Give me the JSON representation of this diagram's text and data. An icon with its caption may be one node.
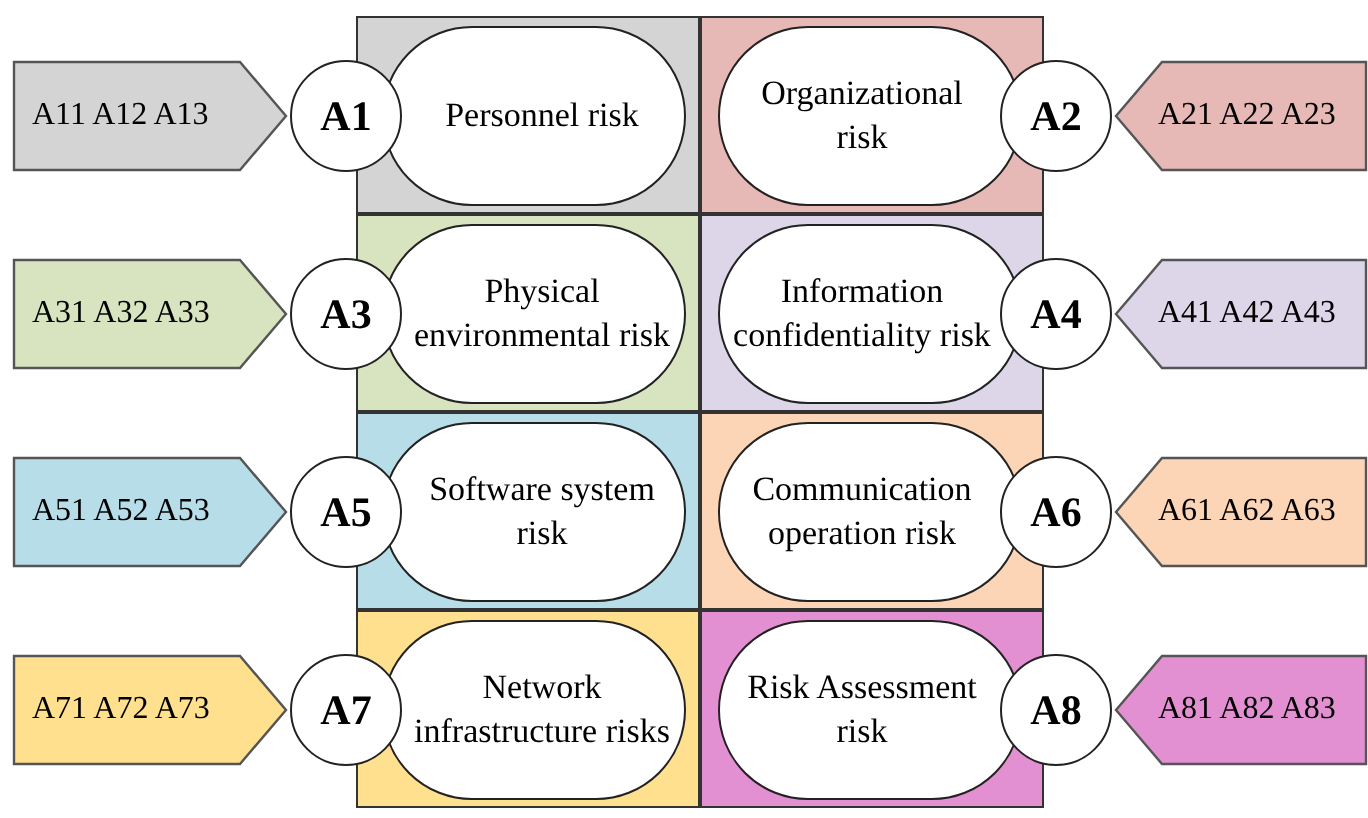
{
  "diagram": {
    "nodes": [
      {
        "text": [
          "A11 A12 A13"
        ]
      },
      {
        "text": [
          "A1"
        ]
      },
      {
        "text": [],
        "shape": "box"
      },
      {
        "text": [
          "Personnel risk"
        ],
        "in": 2
      },
      {
        "text": [],
        "shape": "box"
      },
      {
        "text": [
          "Organizational risk"
        ],
        "in": 4
      },
      {
        "text": [
          "A2"
        ]
      },
      {
        "text": [
          "A21 A22 A23"
        ]
      },
      {
        "text": [
          "A31 A32 A33"
        ]
      },
      {
        "text": [
          "A3"
        ]
      },
      {
        "text": [],
        "shape": "box"
      },
      {
        "text": [
          "Physical environmental risk"
        ],
        "in": 10
      },
      {
        "text": [],
        "shape": "box"
      },
      {
        "text": [
          "Information confidentiality risk"
        ],
        "in": 12
      },
      {
        "text": [
          "A4"
        ]
      },
      {
        "text": [
          "A41 A42 A43"
        ]
      },
      {
        "text": [
          "A51 A52 A53"
        ]
      },
      {
        "text": [
          "A5"
        ]
      },
      {
        "text": [],
        "shape": "box"
      },
      {
        "text": [
          "Software system risk"
        ],
        "in": 18
      },
      {
        "text": [],
        "shape": "box"
      },
      {
        "text": [
          "Communication operation risk"
        ],
        "in": 20
      },
      {
        "text": [
          "A6"
        ]
      },
      {
        "text": [
          "A61 A62 A63"
        ]
      },
      {
        "text": [
          "A71 A72 A73"
        ]
      },
      {
        "text": [
          "A7"
        ]
      },
      {
        "text": [],
        "shape": "box"
      },
      {
        "text": [
          "Network infrastructure risks"
        ],
        "in": 26
      },
      {
        "text": [],
        "shape": "box"
      },
      {
        "text": [
          "Risk Assessment risk"
        ],
        "in": 28
      },
      {
        "text": [
          "A8"
        ]
      },
      {
        "text": [
          "A81 A82 A83"
        ]
      }
    ]
  }
}
